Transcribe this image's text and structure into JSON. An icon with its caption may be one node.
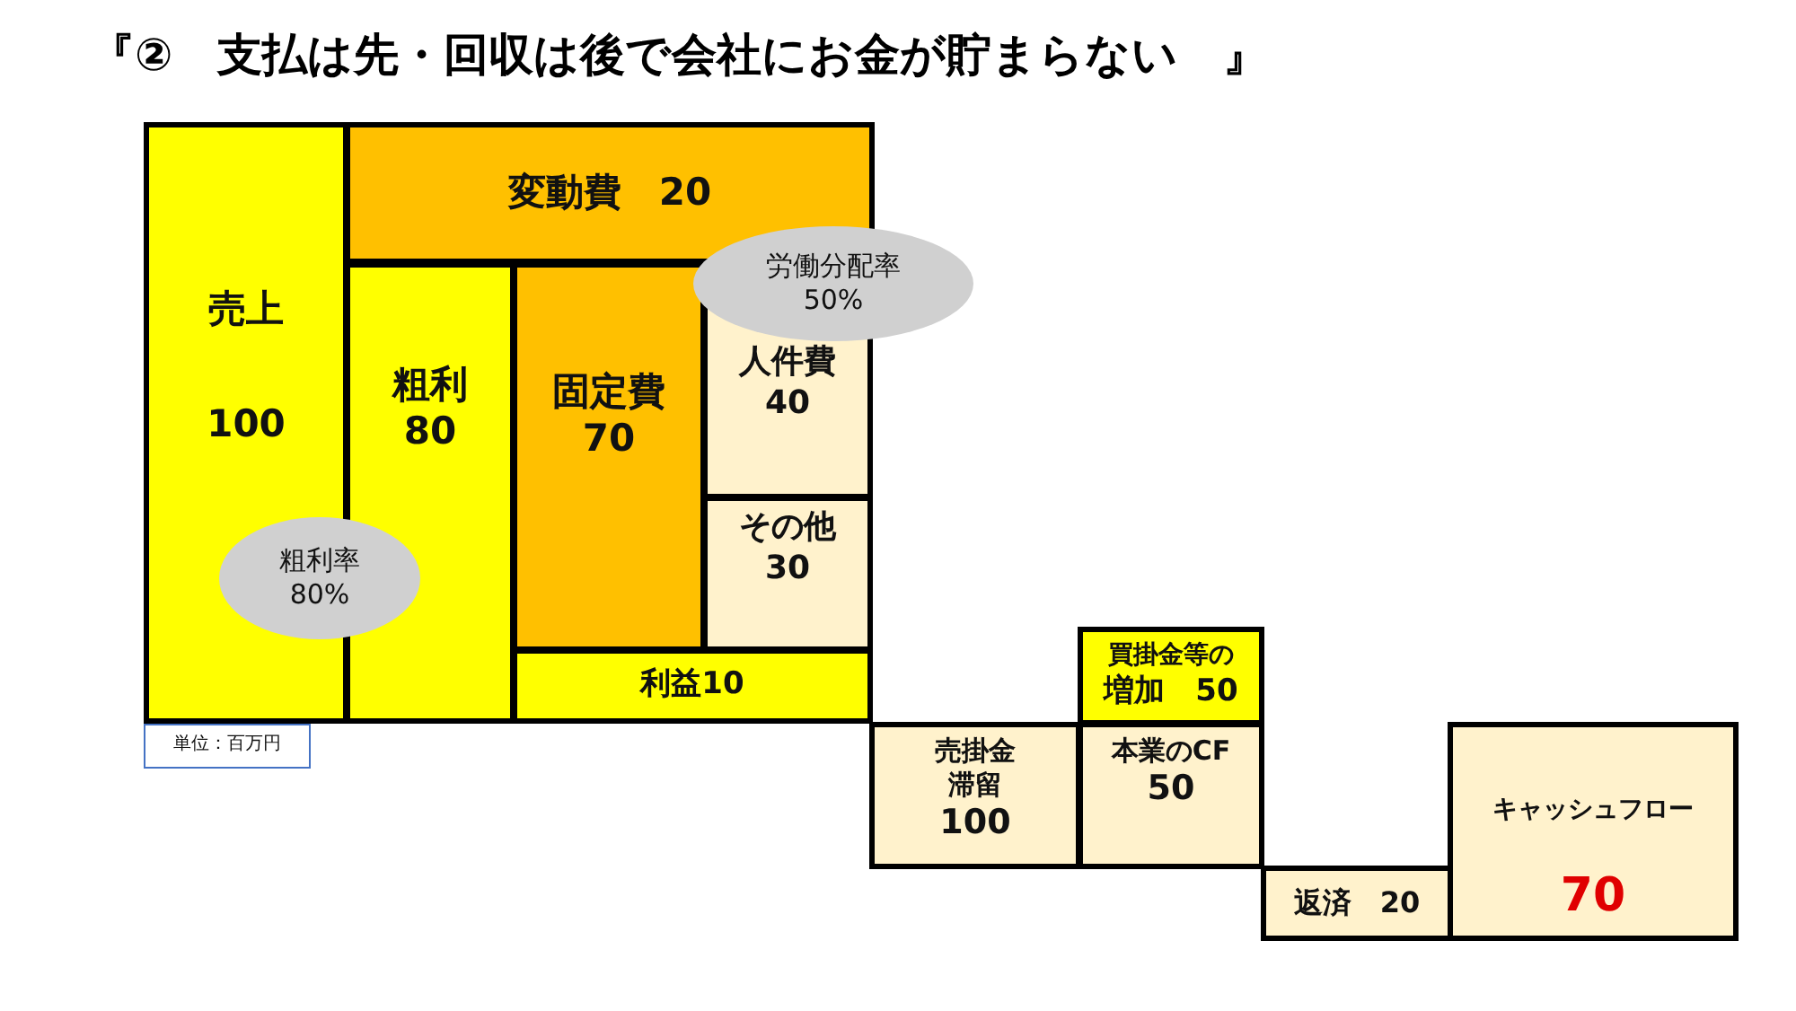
{
  "diagram": {
    "title": "『②　支払は先・回収は後で会社にお金が貯まらない　』",
    "nodes": [
      {
        "text": [
          "売上",
          "100"
        ]
      },
      {
        "text": [
          "変動費　20"
        ]
      },
      {
        "text": [
          "粗利",
          "80"
        ]
      },
      {
        "text": [
          "固定費",
          "70"
        ]
      },
      {
        "text": [
          "人件費",
          "40"
        ]
      },
      {
        "text": [
          "その他",
          "30"
        ]
      },
      {
        "text": [
          "利益10"
        ]
      },
      {
        "text": [
          "労働分配率",
          "50%"
        ]
      },
      {
        "text": [
          "粗利率",
          "80%"
        ]
      },
      {
        "text": [
          "単位：百万円"
        ]
      },
      {
        "text": [
          "買掛金等の",
          "増加　50"
        ]
      },
      {
        "text": [
          "売掛金滞留",
          "100"
        ]
      },
      {
        "text": [
          "本業のCF",
          "50"
        ]
      },
      {
        "text": [
          "返済　20"
        ]
      },
      {
        "text": [
          "キャッシュフロー",
          "70"
        ]
      }
    ]
  }
}
